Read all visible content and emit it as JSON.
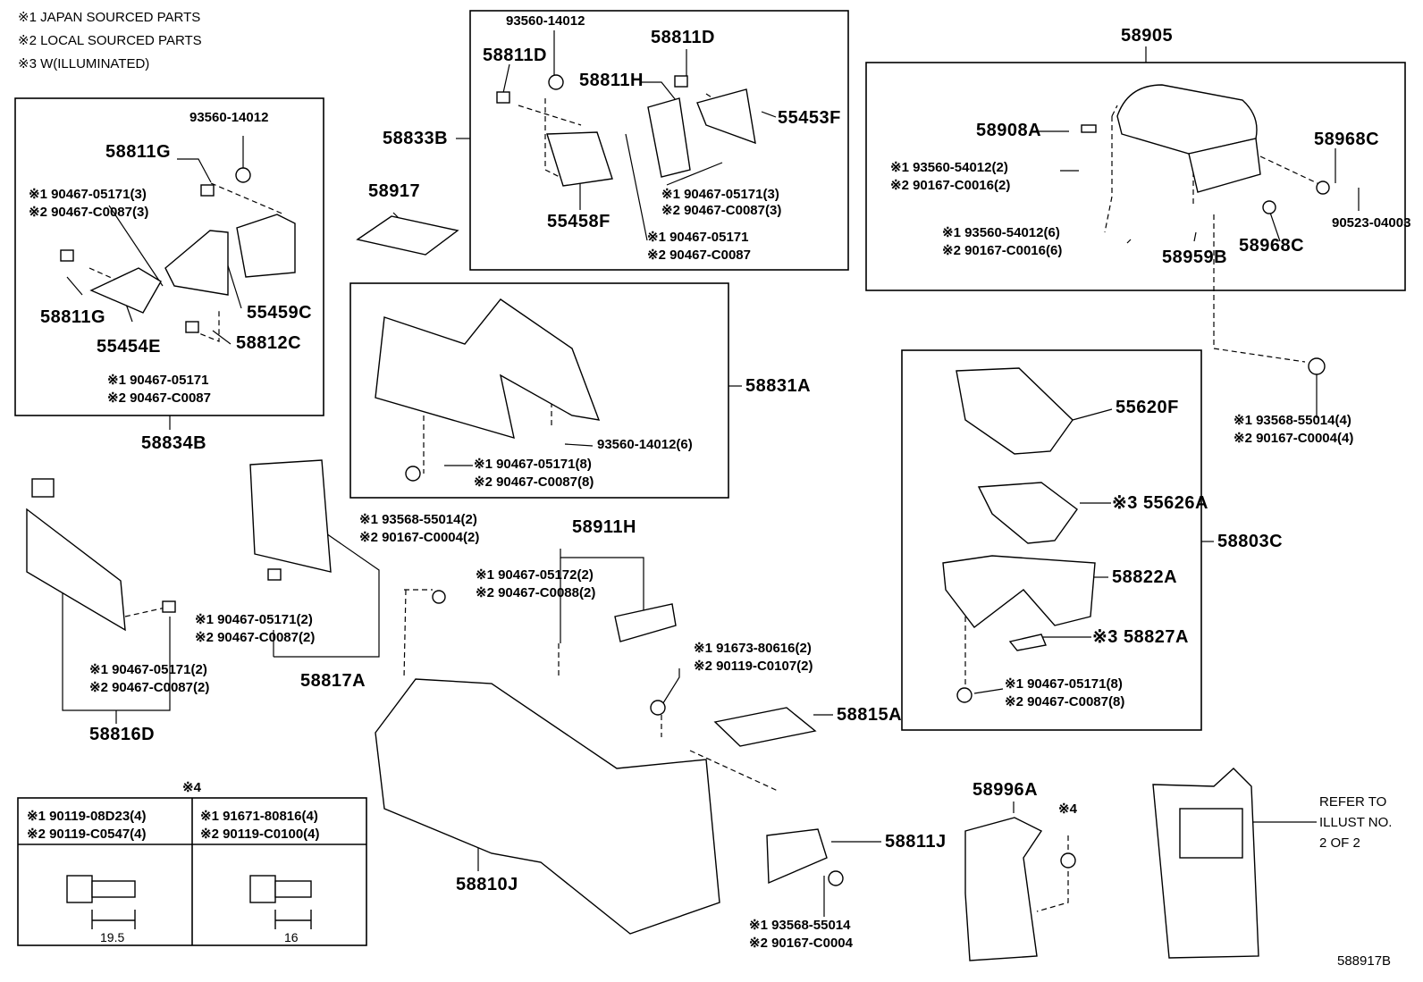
{
  "legend": [
    "※1  JAPAN SOURCED PARTS",
    "※2  LOCAL SOURCED PARTS",
    "※3  W(ILLUMINATED)"
  ],
  "labels": {
    "p58834B": "58834B",
    "p58811G_top": "58811G",
    "p93560_14012_left": "93560-14012",
    "p90467_05171_3_left": "※1 90467-05171(3)",
    "p90467_C0087_3_left": "※2 90467-C0087(3)",
    "p58811G_bottom": "58811G",
    "p55454E": "55454E",
    "p55459C": "55459C",
    "p58812C": "58812C",
    "p90467_05171_left_bot": "※1 90467-05171",
    "p90467_C0087_left_bot": "※2 90467-C0087",
    "p58833B": "58833B",
    "p93560_14012_mid": "93560-14012",
    "p58811D_left": "58811D",
    "p58811H": "58811H",
    "p58811D_right": "58811D",
    "p55453F": "55453F",
    "p55458F": "55458F",
    "p90467_05171_3_mid": "※1 90467-05171(3)",
    "p90467_C0087_3_mid": "※2 90467-C0087(3)",
    "p90467_05171_mid": "※1 90467-05171",
    "p90467_C0087_mid": "※2 90467-C0087",
    "p58917": "58917",
    "p58905": "58905",
    "p58908A": "58908A",
    "p58968C_top": "58968C",
    "p93560_54012_2": "※1 93560-54012(2)",
    "p90167_C0016_2": "※2 90167-C0016(2)",
    "p90523_04003": "90523-04003",
    "p93560_54012_6": "※1 93560-54012(6)",
    "p90167_C0016_6": "※2 90167-C0016(6)",
    "p58959B": "58959B",
    "p58968C_bot": "58968C",
    "p58831A": "58831A",
    "p93560_14012_6": "93560-14012(6)",
    "p90467_05171_8_a": "※1 90467-05171(8)",
    "p90467_C0087_8_a": "※2 90467-C0087(8)",
    "p93568_55014_4": "※1 93568-55014(4)",
    "p90167_C0004_4": "※2 90167-C0004(4)",
    "p55620F": "55620F",
    "p55626A": "※3 55626A",
    "p58803C": "58803C",
    "p58822A": "58822A",
    "p58827A": "※3 58827A",
    "p90467_05171_8_b": "※1 90467-05171(8)",
    "p90467_C0087_8_b": "※2 90467-C0087(8)",
    "p93568_55014_2": "※1 93568-55014(2)",
    "p90167_C0004_2": "※2 90167-C0004(2)",
    "p58911H": "58911H",
    "p90467_05172_2": "※1 90467-05172(2)",
    "p90467_C0088_2": "※2 90467-C0088(2)",
    "p90467_05171_2_a": "※1 90467-05171(2)",
    "p90467_C0087_2_a": "※2 90467-C0087(2)",
    "p58817A": "58817A",
    "p90467_05171_2_b": "※1 90467-05171(2)",
    "p90467_C0087_2_b": "※2 90467-C0087(2)",
    "p58816D": "58816D",
    "p91673_80616_2": "※1  91673-80616(2)",
    "p90119_C0107_2": "※2  90119-C0107(2)",
    "p58815A": "58815A",
    "p58810J": "58810J",
    "p58811J": "58811J",
    "p93568_55014": "※1 93568-55014",
    "p90167_C0004": "※2 90167-C0004",
    "p58996A": "58996A",
    "p_star4_right": "※4",
    "ref_line1": "REFER TO",
    "ref_line2": "ILLUST NO.",
    "ref_line3": "2 OF 2",
    "illust_no": "588917B"
  },
  "bolt_table": {
    "title": "※4",
    "col1_line1": "※1 90119-08D23(4)",
    "col1_line2": "※2 90119-C0547(4)",
    "col2_line1": "※1 91671-80816(4)",
    "col2_line2": "※2 90119-C0100(4)",
    "col1_dim": "19.5",
    "col2_dim": "16"
  }
}
